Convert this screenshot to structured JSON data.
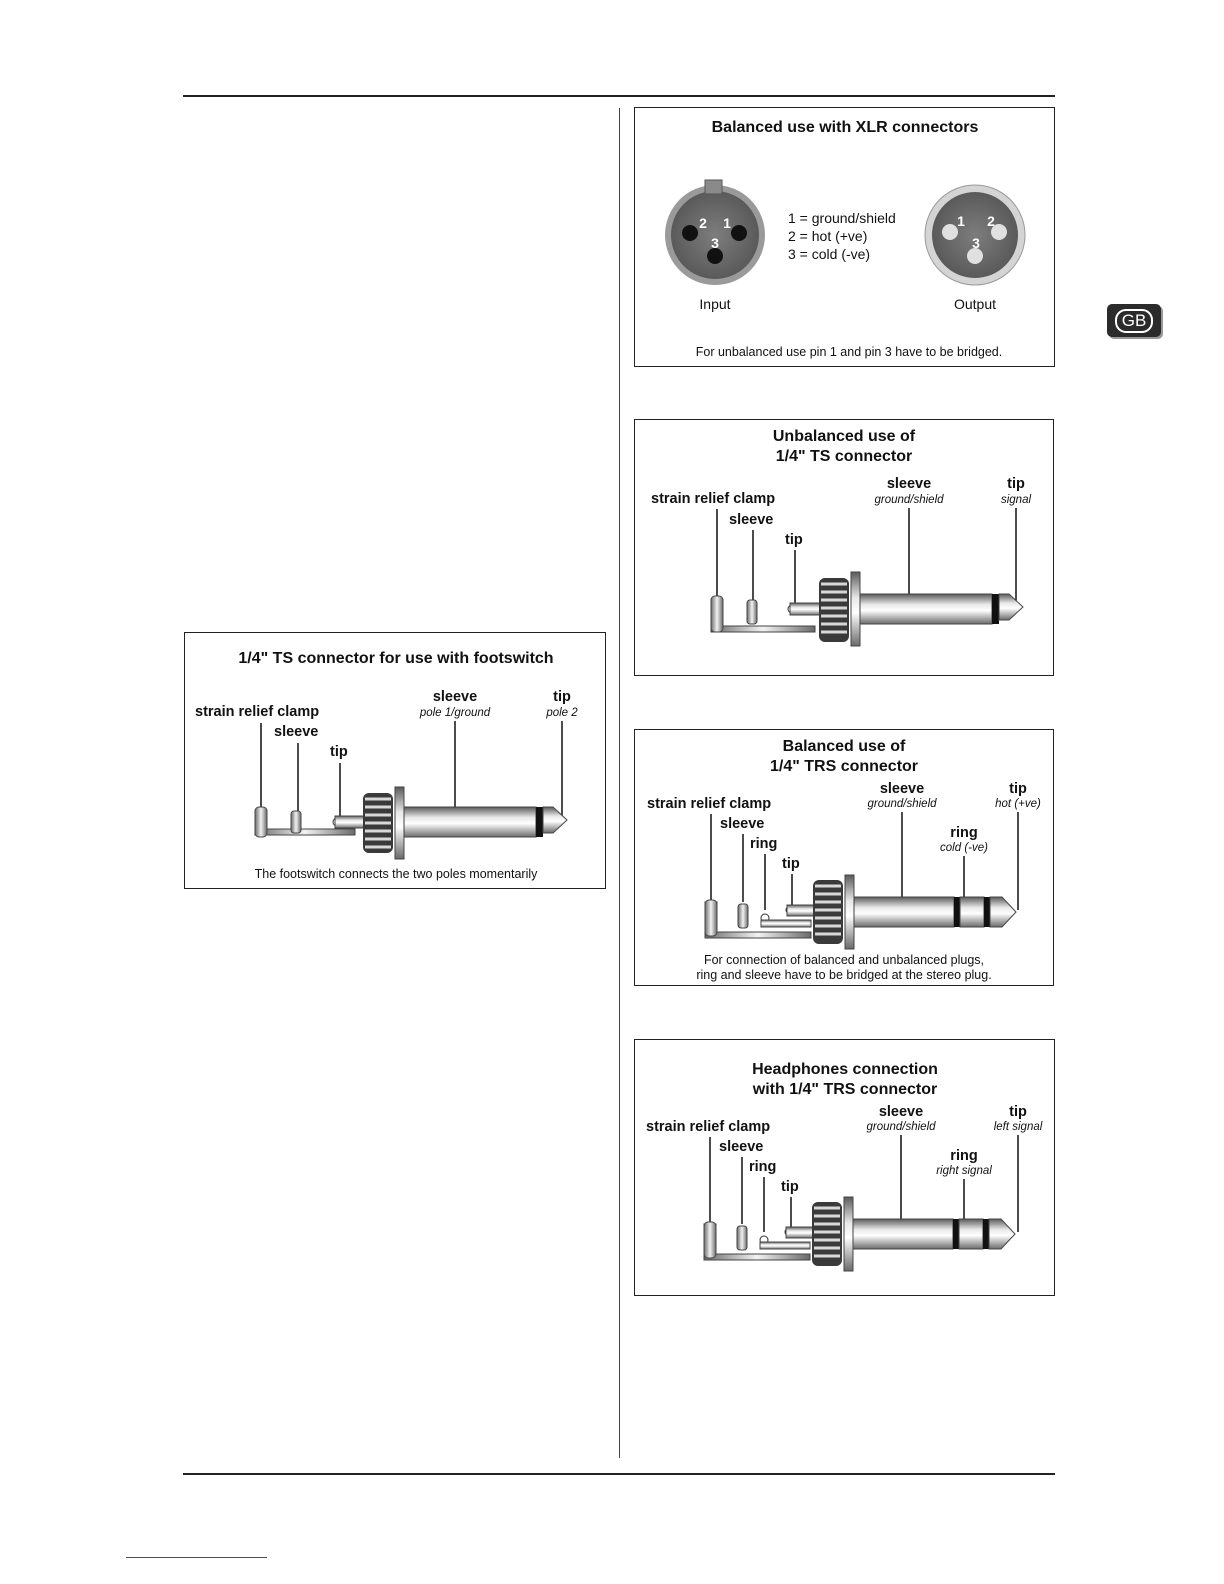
{
  "page": {
    "gb_badge": "GB"
  },
  "xlr": {
    "title": "Balanced use with XLR connectors",
    "input_label": "Input",
    "output_label": "Output",
    "pin_legend": [
      "1 = ground/shield",
      "2 = hot (+ve)",
      "3 = cold (-ve)"
    ],
    "input_pins": [
      "2",
      "1",
      "3"
    ],
    "output_pins": [
      "1",
      "2",
      "3"
    ],
    "note": "For unbalanced use pin 1 and pin 3 have to be bridged."
  },
  "footswitch": {
    "title": "1/4\" TS connector for use with footswitch",
    "strain": "strain relief clamp",
    "sleeve_body": "sleeve",
    "tip_body": "tip",
    "sleeve": "sleeve",
    "sleeve_sub": "pole 1/ground",
    "tip": "tip",
    "tip_sub": "pole 2",
    "note": "The footswitch connects the two poles momentarily"
  },
  "ts_unbalanced": {
    "title_line1": "Unbalanced use of",
    "title_line2": "1/4\" TS connector",
    "strain": "strain relief clamp",
    "sleeve_body": "sleeve",
    "tip_body": "tip",
    "sleeve": "sleeve",
    "sleeve_sub": "ground/shield",
    "tip": "tip",
    "tip_sub": "signal"
  },
  "trs_balanced": {
    "title_line1": "Balanced use of",
    "title_line2": "1/4\" TRS connector",
    "strain": "strain relief clamp",
    "sleeve_body": "sleeve",
    "ring_body": "ring",
    "tip_body": "tip",
    "sleeve": "sleeve",
    "sleeve_sub": "ground/shield",
    "tip": "tip",
    "tip_sub": "hot (+ve)",
    "ring": "ring",
    "ring_sub": "cold (-ve)",
    "note_line1": "For connection of balanced and unbalanced plugs,",
    "note_line2": "ring and sleeve have to be bridged at the stereo plug."
  },
  "headphones": {
    "title_line1": "Headphones connection",
    "title_line2": "with 1/4\" TRS connector",
    "strain": "strain relief clamp",
    "sleeve_body": "sleeve",
    "ring_body": "ring",
    "tip_body": "tip",
    "sleeve": "sleeve",
    "sleeve_sub": "ground/shield",
    "tip": "tip",
    "tip_sub": "left signal",
    "ring": "ring",
    "ring_sub": "right signal"
  }
}
